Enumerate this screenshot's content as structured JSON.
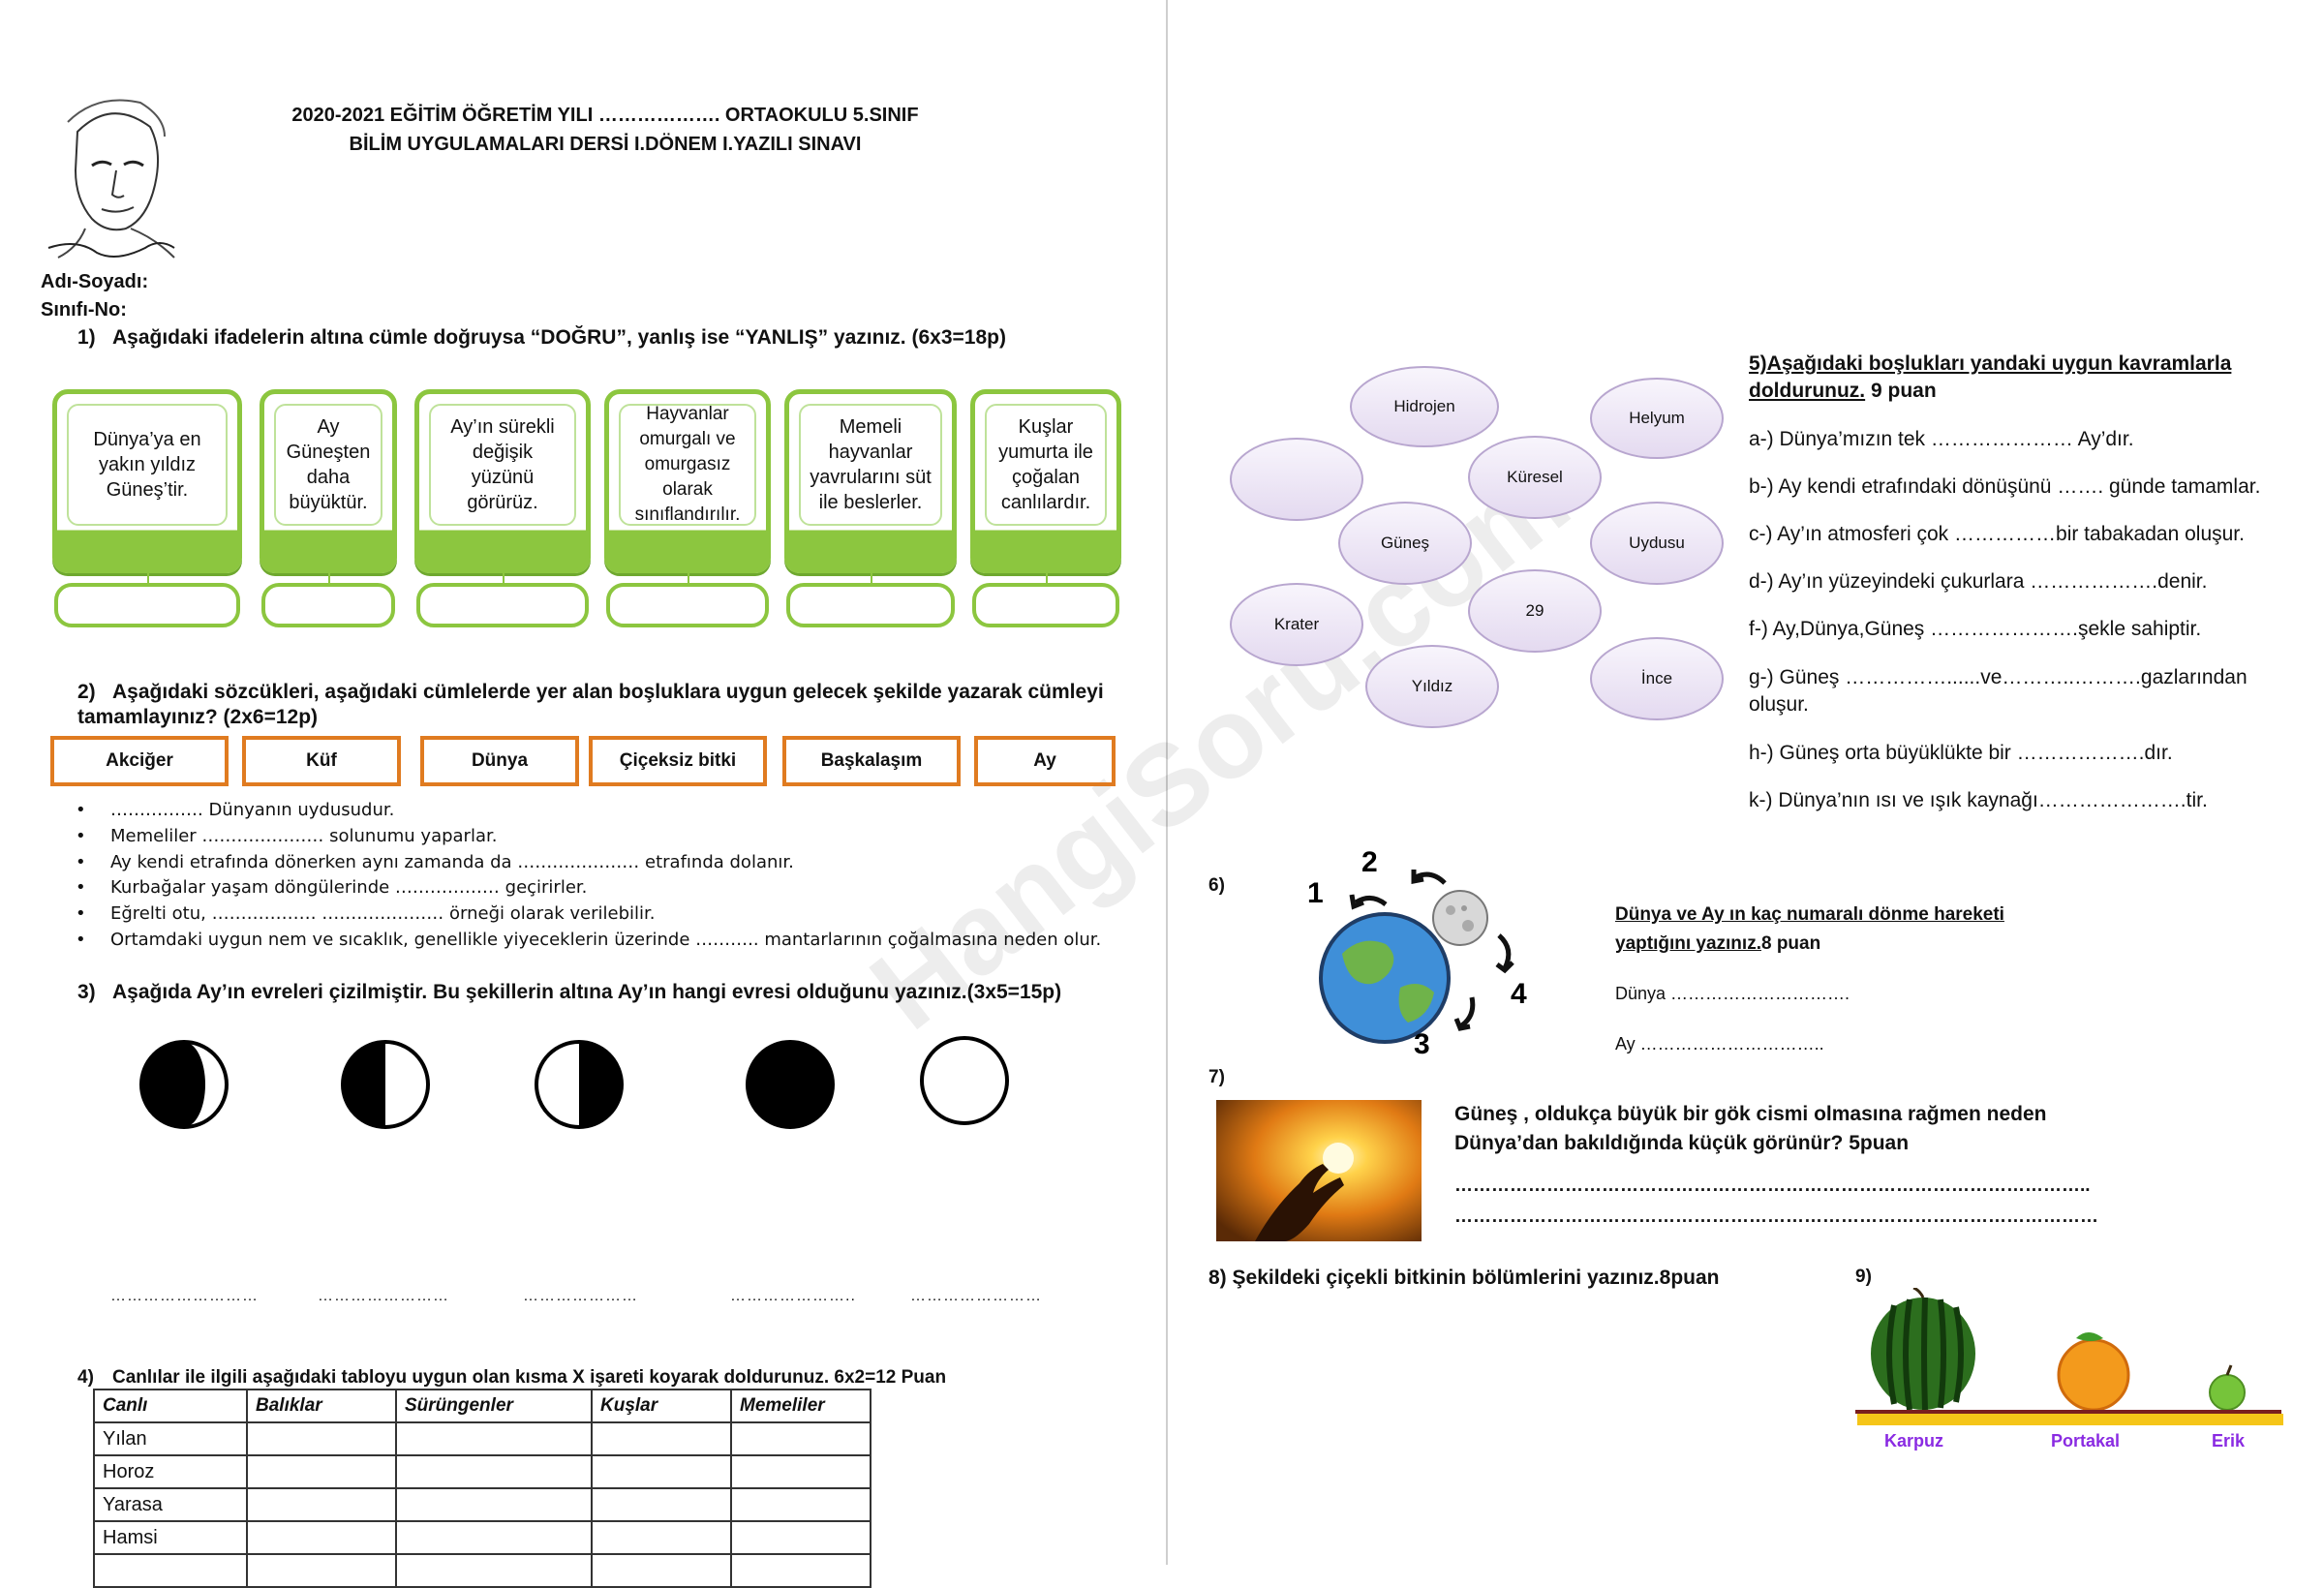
{
  "header": {
    "line1": "2020-2021 EĞİTİM ÖĞRETİM YILI ………………. ORTAOKULU 5.SINIF",
    "line2": "BİLİM UYGULAMALARI DERSİ I.DÖNEM I.YAZILI SINAVI"
  },
  "student": {
    "name_label": "Adı-Soyadı:",
    "class_label": "Sınıfı-No:"
  },
  "watermark": "HangiSoru.com",
  "q1": {
    "number": "1)",
    "text": "Aşağıdaki ifadelerin altına cümle doğruysa “DOĞRU”, yanlış ise “YANLIŞ” yazınız. (6x3=18p)",
    "cards": [
      "Dünya’ya en yakın yıldız Güneş’tir.",
      "Ay Güneşten daha büyüktür.",
      "Ay’ın sürekli değişik yüzünü görürüz.",
      "Hayvanlar omurgalı ve omurgasız olarak sınıflandırılır.",
      "Memeli hayvanlar yavrularını süt ile beslerler.",
      "Kuşlar yumurta ile çoğalan canlılardır."
    ]
  },
  "q2": {
    "number": "2)",
    "text": "Aşağıdaki sözcükleri, aşağıdaki cümlelerde yer alan boşluklara uygun gelecek şekilde yazarak cümleyi tamamlayınız? (2x6=12p)",
    "words": [
      "Akciğer",
      "Küf",
      "Dünya",
      "Çiçeksiz bitki",
      "Başkalaşım",
      "Ay"
    ],
    "sentences": [
      "……………. Dünyanın uydusudur.",
      "Memeliler ………………… solunumu yaparlar.",
      "Ay kendi etrafında dönerken aynı zamanda da ………………… etrafında dolanır.",
      "Kurbağalar yaşam döngülerinde ……………… geçirirler.",
      "Eğrelti otu, ……………… ………………… örneği olarak verilebilir.",
      "Ortamdaki uygun nem ve sıcaklık, genellikle yiyeceklerin üzerinde ……….. mantarlarının çoğalmasına neden olur."
    ]
  },
  "q3": {
    "number": "3)",
    "text": "Aşağıda Ay’ın evreleri çizilmiştir. Bu şekillerin altına Ay’ın hangi evresi olduğunu yazınız.(3x5=15p)",
    "blanks": [
      "………………………",
      "……………………",
      "…………………",
      "…………………..",
      "……………………"
    ]
  },
  "q4": {
    "number": "4)",
    "text": "Canlılar ile ilgili aşağıdaki tabloyu uygun olan kısma X işareti koyarak doldurunuz. 6x2=12 Puan",
    "columns": [
      "Canlı",
      "Balıklar",
      "Sürüngenler",
      "Kuşlar",
      "Memeliler"
    ],
    "rows": [
      "Yılan",
      "Horoz",
      "Yarasa",
      "Hamsi"
    ]
  },
  "q5": {
    "title": "5)Aşağıdaki boşlukları yandaki uygun kavramlarla doldurunuz.",
    "points": " 9 puan",
    "bubbles": [
      "Hidrojen",
      "Helyum",
      "Küresel",
      "Güneş",
      "Uydusu",
      "Krater",
      "29",
      "İnce",
      "Yıldız"
    ],
    "items": [
      "a-) Dünya’mızın tek  ………………… Ay’dır.",
      "b-) Ay kendi etrafındaki dönüşünü  …….  günde tamamlar.",
      "c-) Ay’ın atmosferi çok ……………bir tabakadan oluşur.",
      "d-) Ay’ın yüzeyindeki çukurlara ……………….denir.",
      "f-) Ay,Dünya,Güneş ………………….şekle sahiptir.",
      "g-) Güneş ……………......ve………..……….gazlarından oluşur.",
      "h-) Güneş orta büyüklükte bir ……………….dır.",
      "k-) Dünya’nın ısı ve ışık kaynağı………………….tir."
    ]
  },
  "q6": {
    "number": "6)",
    "title": "Dünya ve Ay ın kaç numaralı dönme hareketi yaptığını yazınız.",
    "points": "8 puan",
    "labels": [
      "1",
      "2",
      "3",
      "4"
    ],
    "dunya": "Dünya ………………………….",
    "ay": "Ay ………………………….."
  },
  "q7": {
    "number": "7)",
    "text1": "Güneş , oldukça büyük bir gök cismi olmasına rağmen neden",
    "text2": "Dünya’dan bakıldığında küçük görünür? 5puan",
    "line1": "…………………………………………………………………………………………..",
    "line2": "……………………………………………………………………………………………"
  },
  "q8": {
    "text": "8) Şekildeki çiçekli  bitkinin bölümlerini  yazınız.8puan"
  },
  "q9": {
    "number": "9)",
    "fruits": [
      "Karpuz",
      "Portakal",
      "Erik"
    ]
  }
}
